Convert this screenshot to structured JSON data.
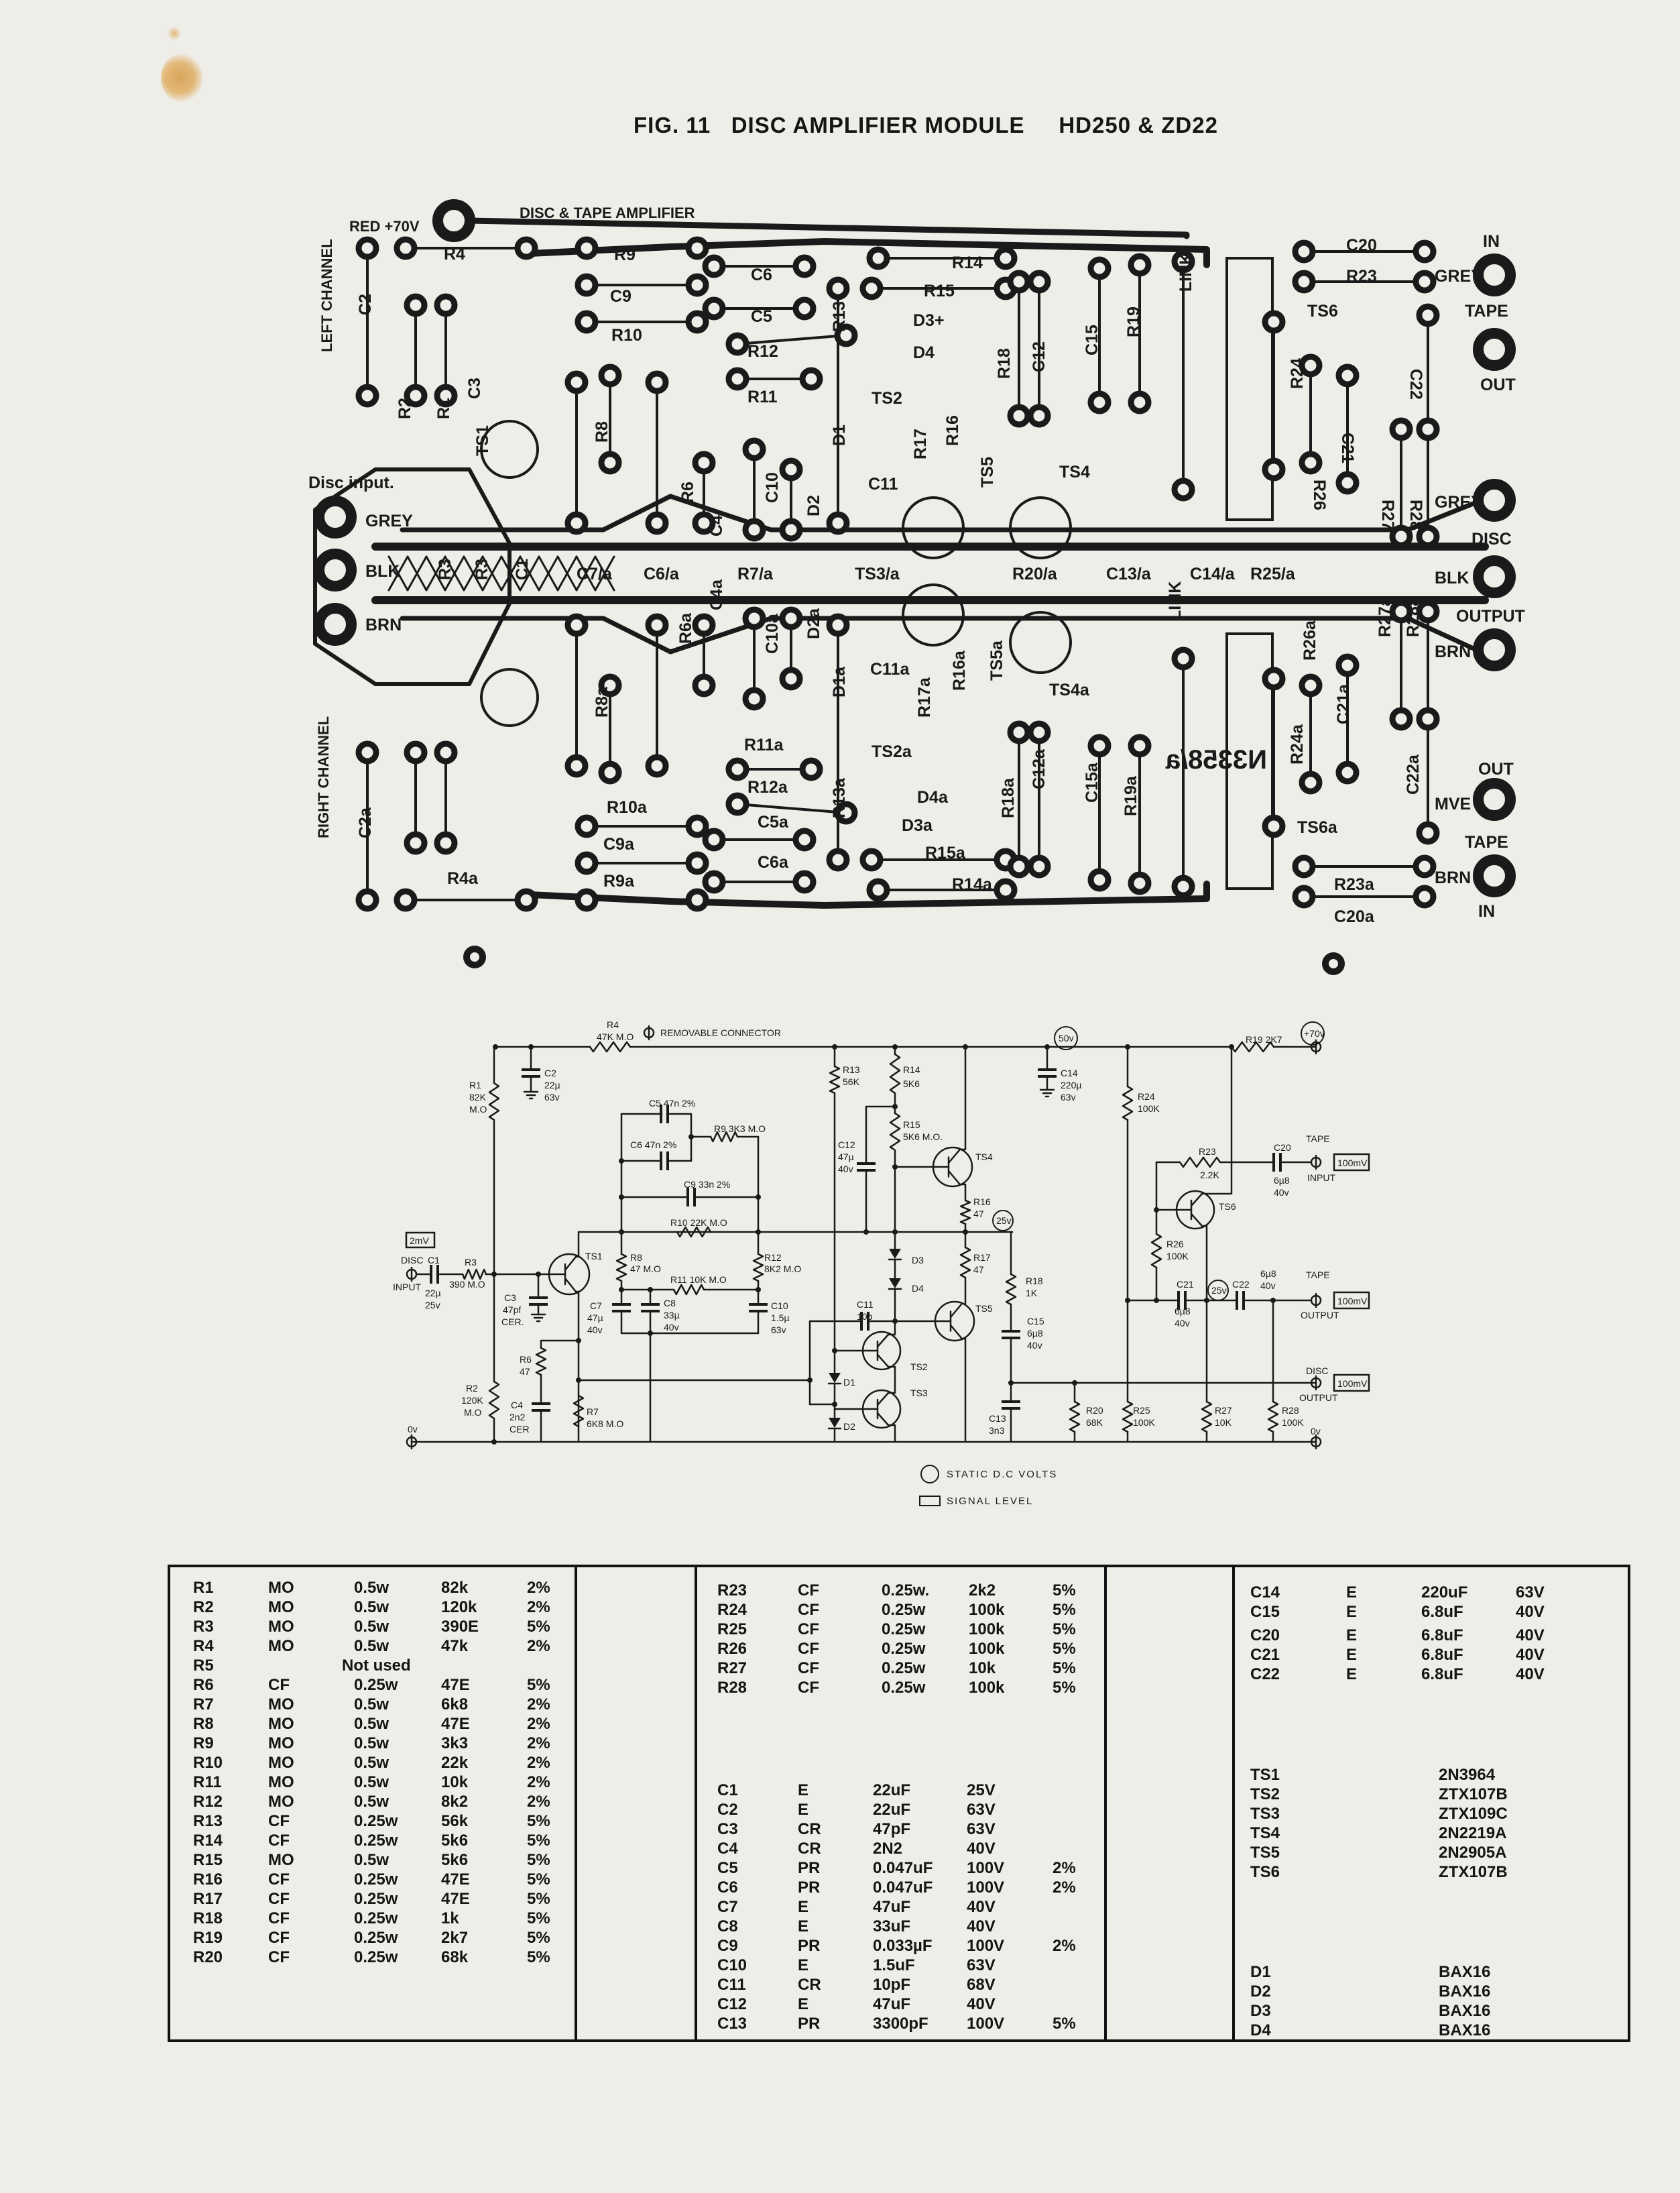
{
  "title": "FIG. 11   DISC AMPLIFIER MODULE     HD250 & ZD22",
  "pcb": {
    "labels": [
      "RED +70V",
      "DISC & TAPE AMPLIFIER",
      "LEFT CHANNEL",
      "RIGHT CHANNEL",
      "Disc input.",
      "GREY",
      "BLK",
      "BRN",
      "C2",
      "C2a",
      "R4",
      "R4a",
      "R9",
      "R9a",
      "C9",
      "C9a",
      "R10",
      "R10a",
      "C6",
      "C5",
      "C5a",
      "C6a",
      "R12",
      "R12a",
      "R11",
      "R11a",
      "R2",
      "R1",
      "C3",
      "TS1",
      "R8",
      "R8a",
      "R6",
      "R6a",
      "C4",
      "C4a",
      "C10",
      "C10a",
      "D2",
      "D2a",
      "D1",
      "D1a",
      "R13",
      "R13a",
      "R3",
      "R3",
      "C1",
      "C7/a",
      "C6/a",
      "R7/a",
      "TS3/a",
      "R20/a",
      "C13/a",
      "C14/a",
      "R25/a",
      "LINK",
      "LINK",
      "R14",
      "R15",
      "D3+",
      "D4",
      "TS2",
      "R17",
      "R16",
      "R18",
      "C12",
      "C15",
      "R19",
      "C11",
      "TS5",
      "TS4",
      "C11a",
      "R17a",
      "R16a",
      "TS5a",
      "TS4a",
      "TS2a",
      "D4a",
      "D3a",
      "R15a",
      "R14a",
      "R18a",
      "C12a",
      "C15a",
      "R19a",
      "N3358/a",
      "C20",
      "R23",
      "TS6",
      "R24",
      "C21",
      "R26",
      "R27",
      "R28",
      "C22",
      "GREY",
      "IN",
      "TAPE",
      "OUT",
      "GREY",
      "DISC",
      "BLK",
      "OUTPUT",
      "BRN",
      "R26a",
      "R27a",
      "R28a",
      "C21a",
      "R24a",
      "TS6a",
      "C22a",
      "OUT",
      "MVE",
      "TAPE",
      "BRN",
      "IN",
      "R23a",
      "C20a"
    ]
  },
  "schematic": {
    "labels": [
      "R4",
      "47K M.O",
      "REMOVABLE CONNECTOR",
      "R1",
      "82K",
      "M.O",
      "C2",
      "22µ",
      "63v",
      "C5 47n 2%",
      "C6 47n 2%",
      "R9 3K3 M.O",
      "C9 33n 2%",
      "R10 22K M.O",
      "2mV",
      "DISC",
      "C1",
      "INPUT",
      "22µ",
      "25v",
      "R3",
      "390 M.O",
      "TS1",
      "R8",
      "47 M.O",
      "R12",
      "8K2 M.O",
      "R11 10K M.O",
      "C3",
      "47pf",
      "CER.",
      "C7",
      "47µ",
      "40v",
      "C8",
      "33µ",
      "40v",
      "C10",
      "1.5µ",
      "63v",
      "R6",
      "47",
      "R2",
      "120K",
      "M.O",
      "C4",
      "2n2",
      "CER",
      "R7",
      "6K8 M.O",
      "0v",
      "R13",
      "56K",
      "R14",
      "5K6",
      "R15",
      "5K6 M.O.",
      "C12",
      "47µ",
      "40v",
      "TS4",
      "50v",
      "C14",
      "220µ",
      "63v",
      "R24",
      "100K",
      "R19 2K7",
      "+70v",
      "R16",
      "47",
      "25v",
      "R17",
      "47",
      "D3",
      "D4",
      "C11",
      "10p",
      "TS5",
      "R18",
      "1K",
      "C15",
      "6µ8",
      "40v",
      "TS2",
      "TS3",
      "D1",
      "D2",
      "C13",
      "3n3",
      "R20",
      "68K",
      "R25",
      "100K",
      "R27",
      "10K",
      "R28",
      "100K",
      "R23",
      "2.2K",
      "C20",
      "6µ8",
      "40v",
      "TAPE",
      "INPUT",
      "100mV",
      "TS6",
      "R26",
      "100K",
      "C21",
      "6µ8",
      "40v",
      "25v",
      "C22",
      "6µ8",
      "40v",
      "TAPE",
      "OUTPUT",
      "100mV",
      "DISC",
      "OUTPUT",
      "100mV",
      "0v",
      "STATIC D.C VOLTS",
      "SIGNAL LEVEL"
    ]
  },
  "parts": {
    "resistors_a": [
      [
        "R1",
        "MO",
        "0.5w",
        "82k",
        "2%"
      ],
      [
        "R2",
        "MO",
        "0.5w",
        "120k",
        "2%"
      ],
      [
        "R3",
        "MO",
        "0.5w",
        "390E",
        "5%"
      ],
      [
        "R4",
        "MO",
        "0.5w",
        "47k",
        "2%"
      ],
      [
        "R5",
        "",
        "Not used",
        "",
        ""
      ],
      [
        "R6",
        "CF",
        "0.25w",
        "47E",
        "5%"
      ],
      [
        "R7",
        "MO",
        "0.5w",
        "6k8",
        "2%"
      ],
      [
        "R8",
        "MO",
        "0.5w",
        "47E",
        "2%"
      ],
      [
        "R9",
        "MO",
        "0.5w",
        "3k3",
        "2%"
      ],
      [
        "R10",
        "MO",
        "0.5w",
        "22k",
        "2%"
      ],
      [
        "R11",
        "MO",
        "0.5w",
        "10k",
        "2%"
      ],
      [
        "R12",
        "MO",
        "0.5w",
        "8k2",
        "2%"
      ],
      [
        "R13",
        "CF",
        "0.25w",
        "56k",
        "5%"
      ],
      [
        "R14",
        "CF",
        "0.25w",
        "5k6",
        "5%"
      ],
      [
        "R15",
        "MO",
        "0.5w",
        "5k6",
        "5%"
      ],
      [
        "R16",
        "CF",
        "0.25w",
        "47E",
        "5%"
      ],
      [
        "R17",
        "CF",
        "0.25w",
        "47E",
        "5%"
      ],
      [
        "R18",
        "CF",
        "0.25w",
        "1k",
        "5%"
      ],
      [
        "R19",
        "CF",
        "0.25w",
        "2k7",
        "5%"
      ],
      [
        "R20",
        "CF",
        "0.25w",
        "68k",
        "5%"
      ]
    ],
    "resistors_b": [
      [
        "R23",
        "CF",
        "0.25w.",
        "2k2",
        "5%"
      ],
      [
        "R24",
        "CF",
        "0.25w",
        "100k",
        "5%"
      ],
      [
        "R25",
        "CF",
        "0.25w",
        "100k",
        "5%"
      ],
      [
        "R26",
        "CF",
        "0.25w",
        "100k",
        "5%"
      ],
      [
        "R27",
        "CF",
        "0.25w",
        "10k",
        "5%"
      ],
      [
        "R28",
        "CF",
        "0.25w",
        "100k",
        "5%"
      ]
    ],
    "capacitors_a": [
      [
        "C1",
        "E",
        "22uF",
        "25V",
        ""
      ],
      [
        "C2",
        "E",
        "22uF",
        "63V",
        ""
      ],
      [
        "C3",
        "CR",
        "47pF",
        "63V",
        ""
      ],
      [
        "C4",
        "CR",
        "2N2",
        "40V",
        ""
      ],
      [
        "C5",
        "PR",
        "0.047uF",
        "100V",
        "2%"
      ],
      [
        "C6",
        "PR",
        "0.047uF",
        "100V",
        "2%"
      ],
      [
        "C7",
        "E",
        "47uF",
        "40V",
        ""
      ],
      [
        "C8",
        "E",
        "33uF",
        "40V",
        ""
      ],
      [
        "C9",
        "PR",
        "0.033µF",
        "100V",
        "2%"
      ],
      [
        "C10",
        "E",
        "1.5uF",
        "63V",
        ""
      ],
      [
        "C11",
        "CR",
        "10pF",
        "68V",
        ""
      ],
      [
        "C12",
        "E",
        "47uF",
        "40V",
        ""
      ],
      [
        "C13",
        "PR",
        "3300pF",
        "100V",
        "5%"
      ]
    ],
    "capacitors_b": [
      [
        "C14",
        "E",
        "220uF",
        "63V"
      ],
      [
        "C15",
        "E",
        "6.8uF",
        "40V"
      ],
      [
        "C20",
        "E",
        "6.8uF",
        "40V"
      ],
      [
        "C21",
        "E",
        "6.8uF",
        "40V"
      ],
      [
        "C22",
        "E",
        "6.8uF",
        "40V"
      ]
    ],
    "transistors": [
      [
        "TS1",
        "2N3964"
      ],
      [
        "TS2",
        "ZTX107B"
      ],
      [
        "TS3",
        "ZTX109C"
      ],
      [
        "TS4",
        "2N2219A"
      ],
      [
        "TS5",
        "2N2905A"
      ],
      [
        "TS6",
        "ZTX107B"
      ]
    ],
    "diodes": [
      [
        "D1",
        "BAX16"
      ],
      [
        "D2",
        "BAX16"
      ],
      [
        "D3",
        "BAX16"
      ],
      [
        "D4",
        "BAX16"
      ]
    ]
  }
}
